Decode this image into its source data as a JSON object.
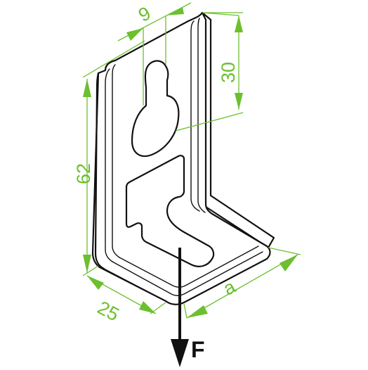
{
  "dimensions": {
    "slot_width": "9",
    "slot_height": "30",
    "height": "62",
    "depth": "25",
    "length": "a"
  },
  "force": {
    "label": "F"
  },
  "colors": {
    "dimension": "#6cbf2e",
    "outline": "#111111",
    "background": "#ffffff"
  }
}
